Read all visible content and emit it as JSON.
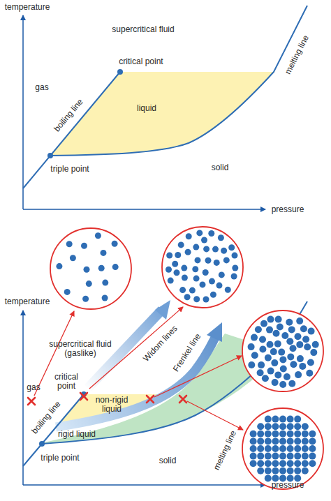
{
  "diagram": {
    "labels": [
      "temperature",
      "supercritical fluid",
      "critical point",
      "gas",
      "boiling line",
      "liquid",
      "melting line",
      "triple point",
      "solid",
      "pressure",
      "temperature",
      "Widom lines",
      "supercritical fluid (gaslike)",
      "Frenkel line",
      "gas",
      "critical point",
      "non-rigid liquid",
      "melting line",
      "boiling line",
      "rigid liquid",
      "solid",
      "triple point",
      "pressure"
    ]
  }
}
